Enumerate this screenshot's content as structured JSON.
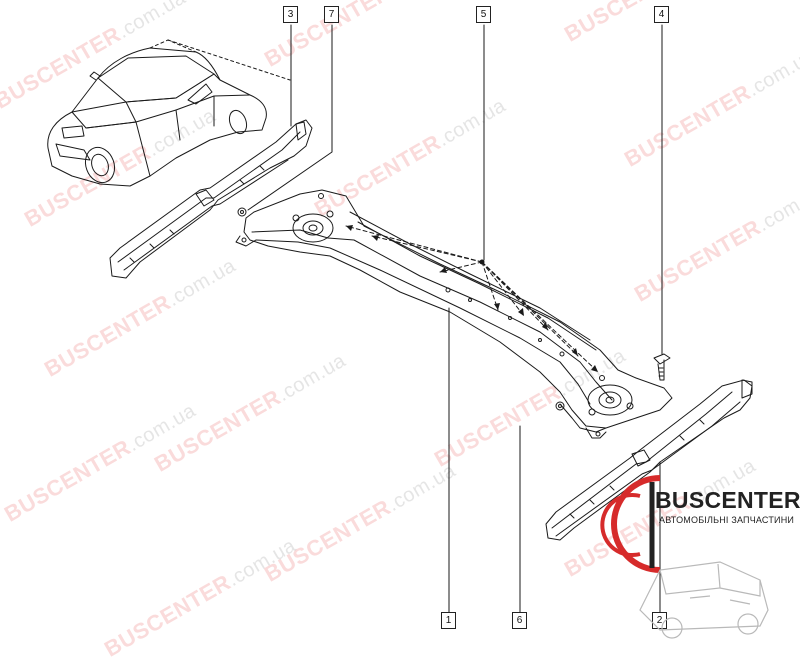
{
  "callouts": {
    "c1": "1",
    "c2": "2",
    "c3": "3",
    "c4": "4",
    "c5": "5",
    "c6": "6",
    "c7": "7"
  },
  "watermark": {
    "brand": "BUSCENTER",
    "domain": ".com.ua"
  },
  "logo": {
    "name": "BUSCENTER",
    "tagline": "АВТОМОБІЛЬНІ ЗАПЧАСТИНИ"
  },
  "colors": {
    "line": "#1a1a1a",
    "watermark": "#e65a5a",
    "logo_red": "#d62b2b"
  }
}
